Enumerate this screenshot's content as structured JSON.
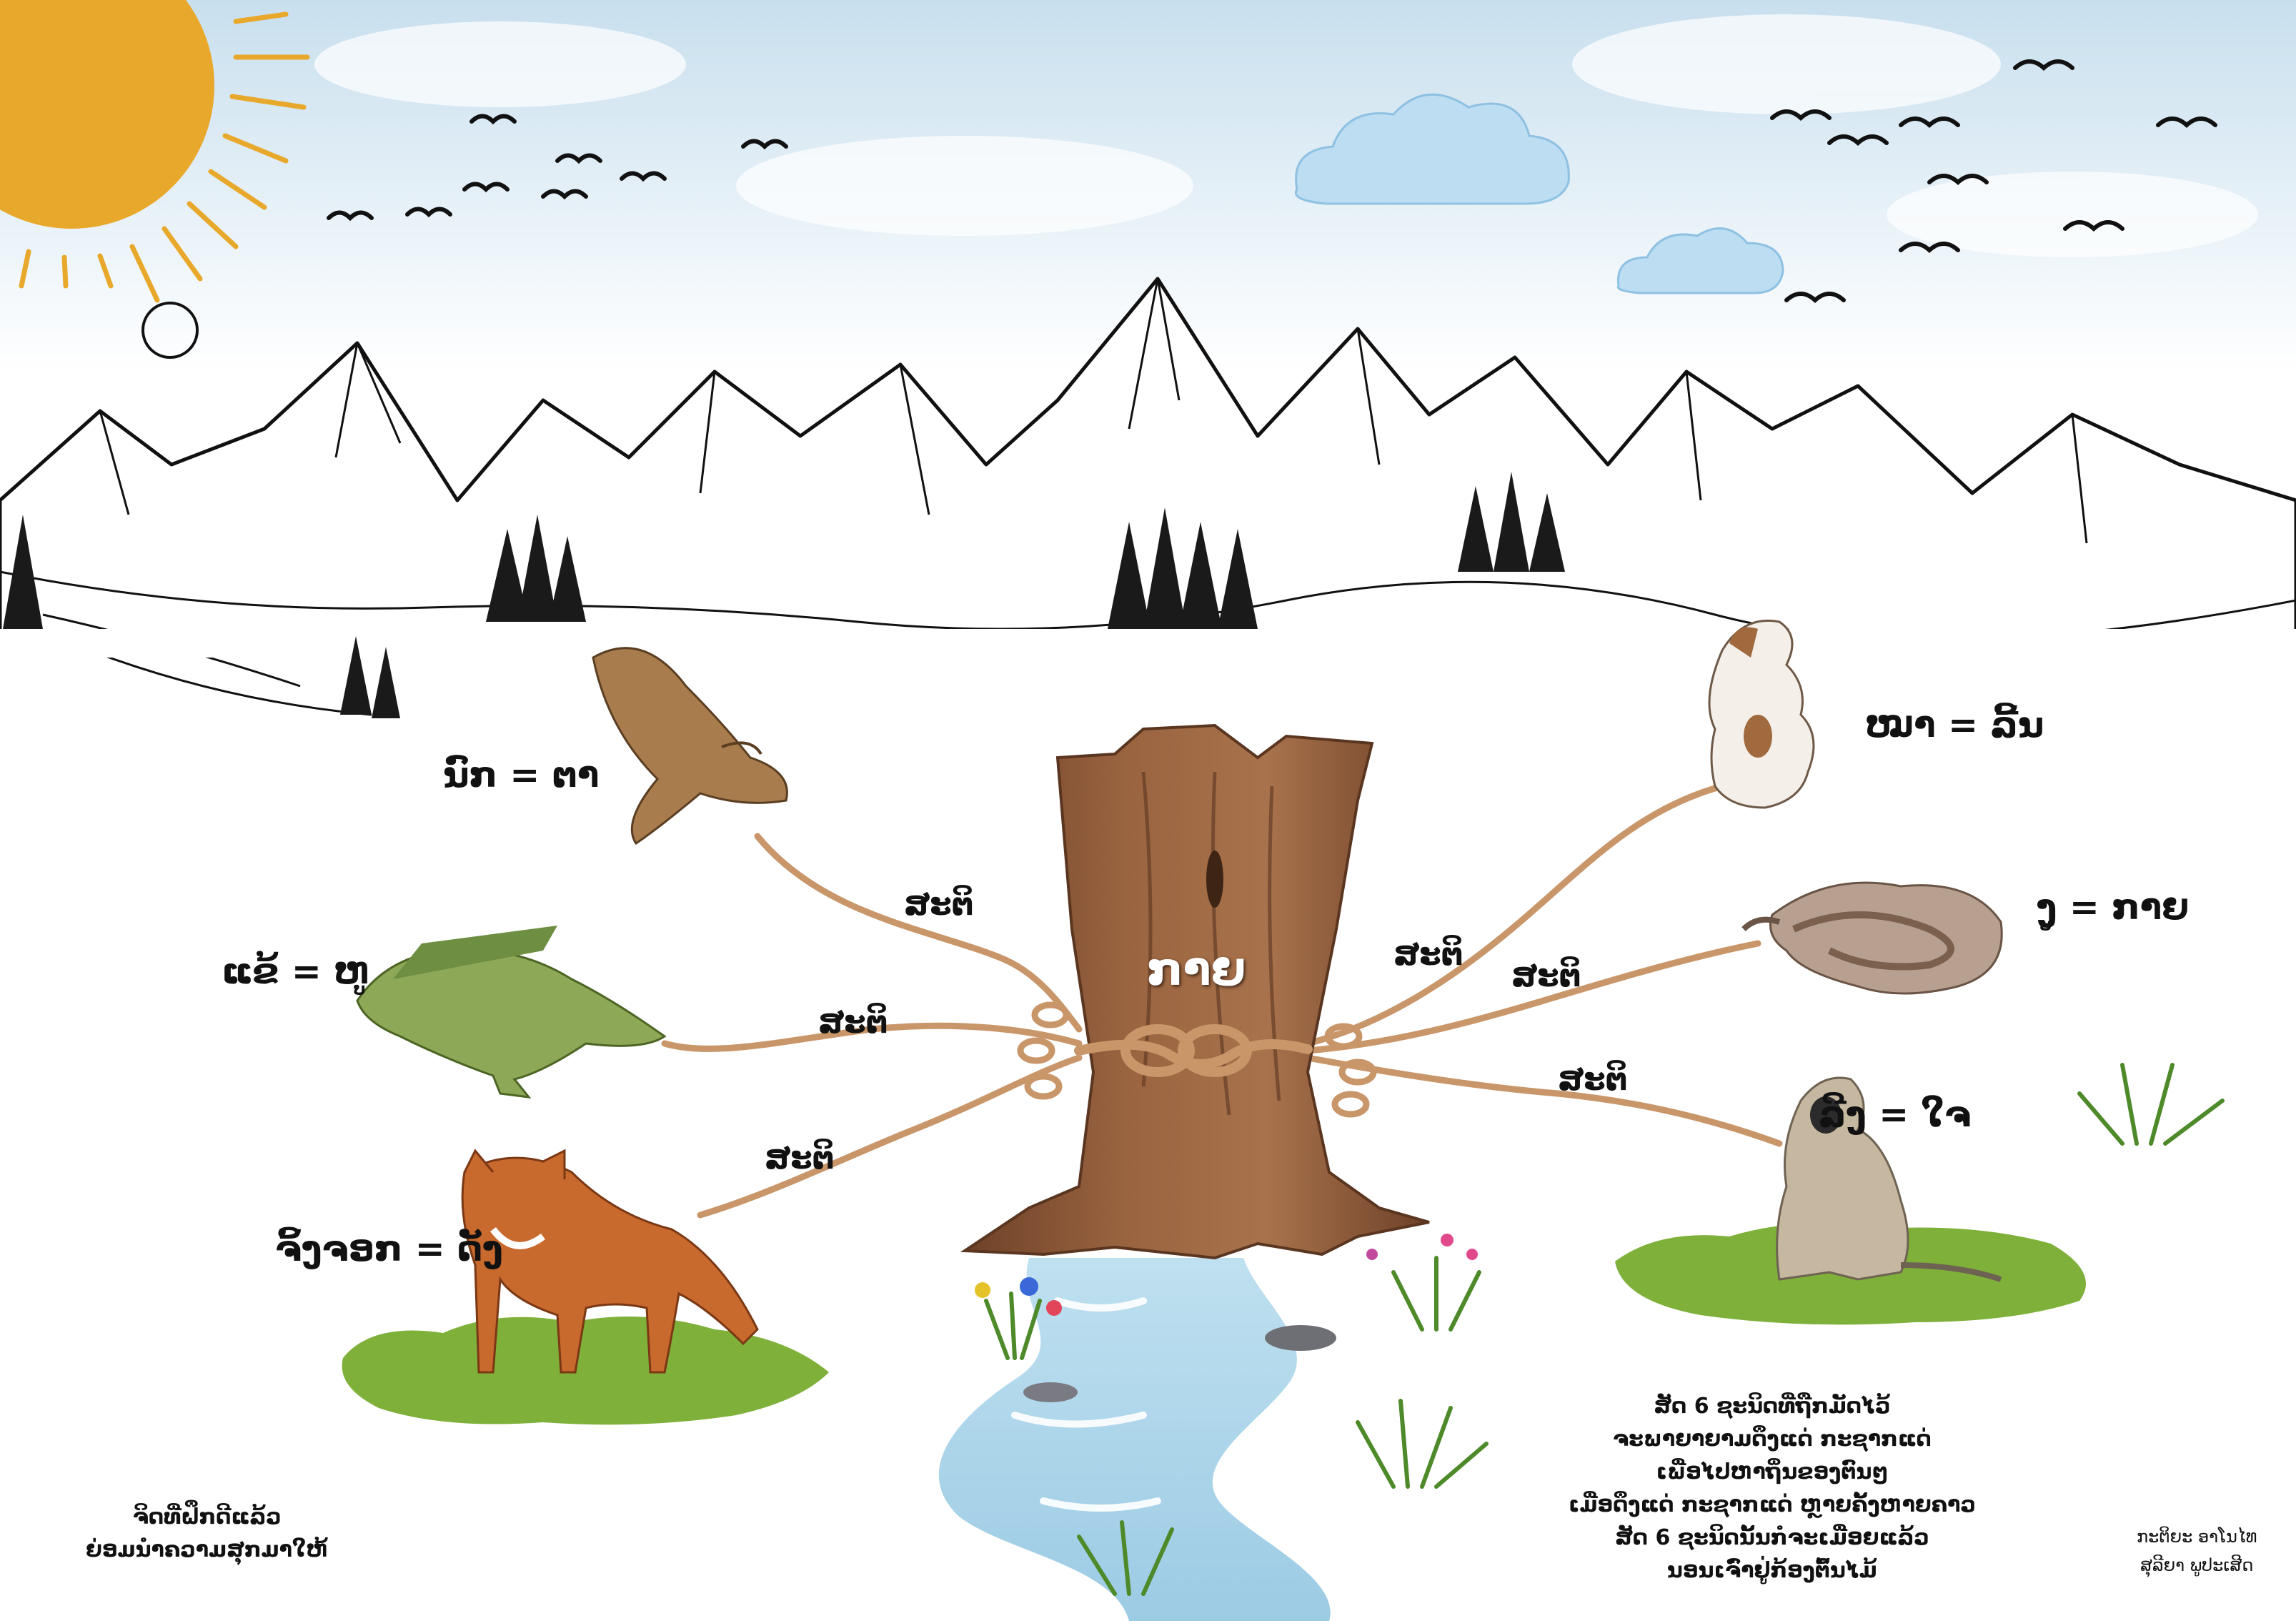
{
  "animals": {
    "bird": "ນົກ = ຕາ",
    "crocodile": "ແຂ້ = ຫູ",
    "fox": "ຈິ້ງຈອກ = ດັງ",
    "dog": "ໝາ = ລີ້ນ",
    "snake": "ງູ = ກາຍ",
    "monkey": "ລີງ = ໃຈ"
  },
  "tree_label": "ກາຍ",
  "rope_label": "ສະຕິ",
  "rope_labels": [
    "ສະຕິ",
    "ສະຕິ",
    "ສະຕິ",
    "ສະຕິ",
    "ສະຕິ",
    "ສະຕິ"
  ],
  "left_caption": [
    "ຈິດທີ່ຝຶກດີແລ້ວ",
    "ຍ່ອມນຳຄວາມສຸກມາໃຫ້"
  ],
  "right_caption": [
    "ສັດ 6 ຊະນິດທີ່ຖືກມັດໄວ້",
    "ຈະພາຍາຍາມດຶງແດ່ ກະຊາກແດ່",
    "ເພື່ອໄປຫາຖິ່ນຂອງຕົນໆ",
    "ເມື່ອດຶງແດ່ ກະຊາກແດ່ ຫຼາຍຄັ້ງຫາຍຄາວ",
    "ສັດ 6 ຊະນິດນັ້ນກໍຈະເມື່ອຍແລ້ວ",
    "ນອນເຈົ່າຢູ່ກ້ອງຕົ້ນໄມ້"
  ],
  "credit": [
    "ກະຕິຍະ ອາໂນໄທ",
    "ສຸລີຍາ ພູປະເສີດ"
  ],
  "colors": {
    "sun": "#E8A82B",
    "rope": "#C9966A",
    "trunk": "#8B5A3C",
    "trunk_dark": "#6B4028",
    "grass": "#7FB03A",
    "river": "#A9D3EA",
    "sky": "#D7E8F3"
  }
}
